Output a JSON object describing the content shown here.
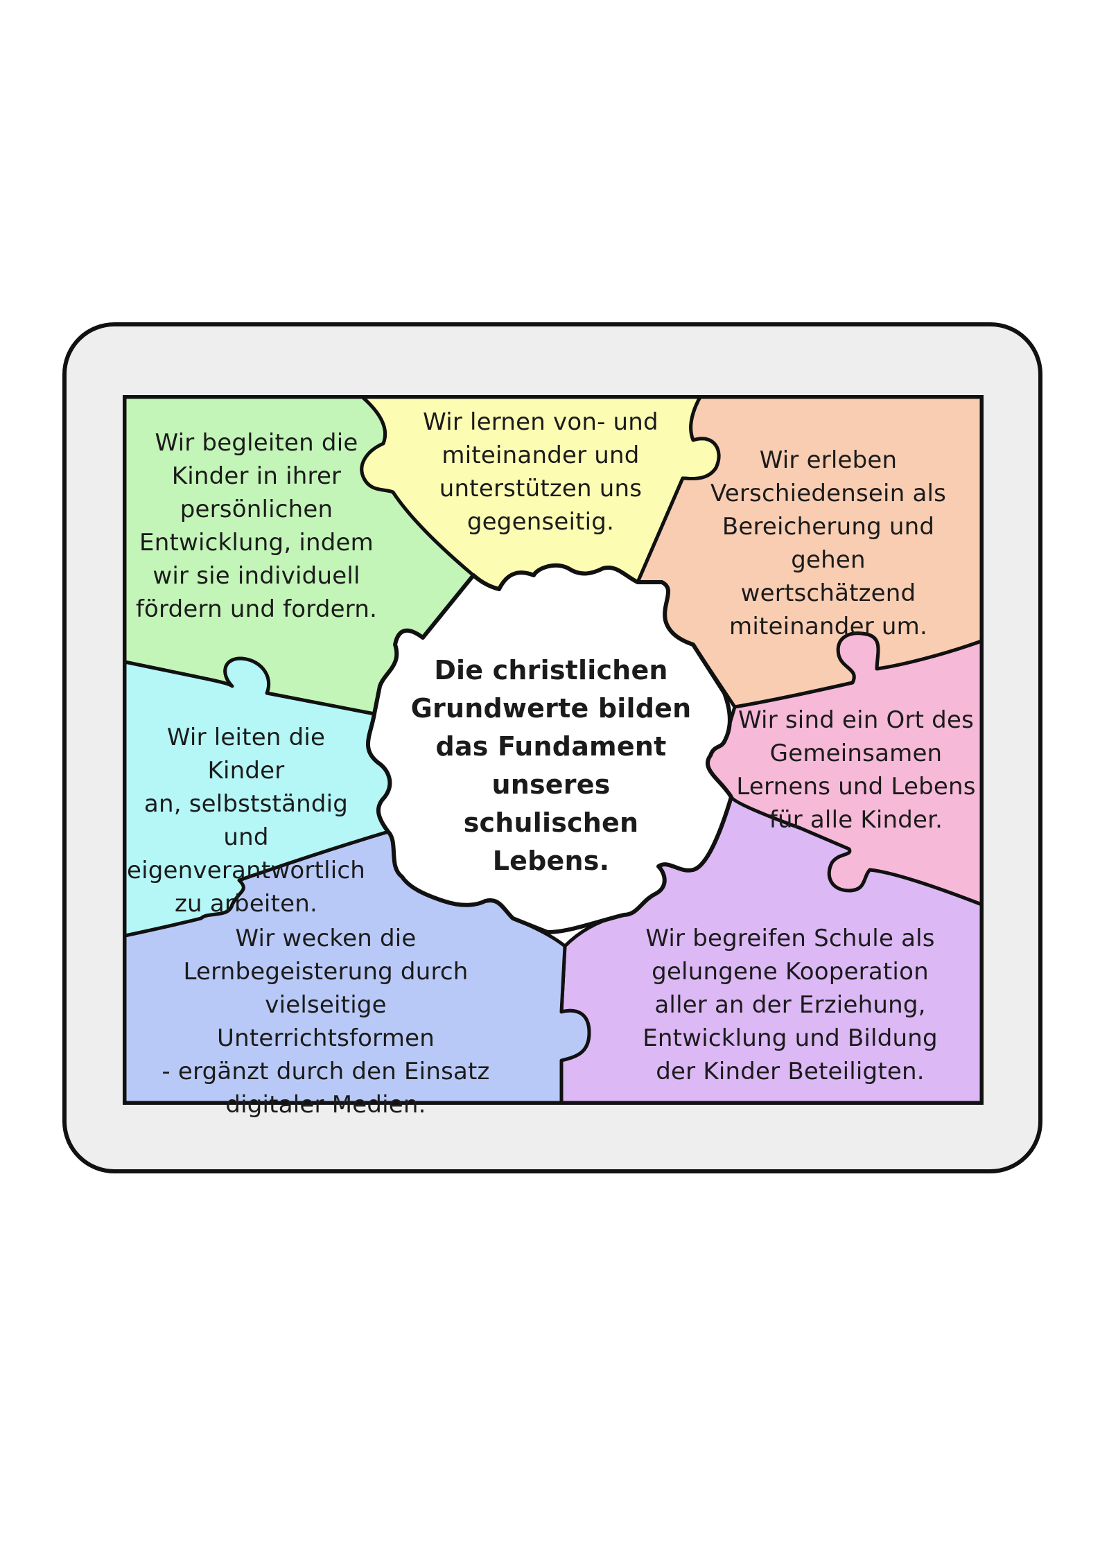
{
  "colors": {
    "frame": "#eeeeee",
    "outline": "#111111",
    "green": "#c3f5b8",
    "yellow": "#fcfcb3",
    "peach": "#f8cdb2",
    "pink": "#f6b9d8",
    "purple": "#dcb8f5",
    "blue": "#b9c9f7",
    "cyan": "#b5f6f6",
    "center": "#ffffff"
  },
  "center": {
    "text": "Die christlichen\nGrundwerte bilden\ndas Fundament\nunseres schulischen\nLebens."
  },
  "pieces": {
    "top_left": "Wir begleiten die\nKinder in ihrer\npersönlichen\nEntwicklung, indem\nwir sie individuell\nfördern und fordern.",
    "top": "Wir lernen von- und\nmiteinander und\nunterstützen uns\ngegenseitig.",
    "top_right": "Wir erleben\nVerschiedensein als\nBereicherung und gehen\nwertschätzend\nmiteinander um.",
    "right": "Wir sind ein Ort des\nGemeinsamen\nLernens und Lebens\nfür alle Kinder.",
    "bottom_right": "Wir begreifen Schule als\ngelungene Kooperation\naller an der Erziehung,\nEntwicklung und Bildung\nder Kinder Beteiligten.",
    "bottom_left": "Wir wecken die\nLernbegeisterung durch\nvielseitige Unterrichtsformen\n-  ergänzt durch den Einsatz\ndigitaler Medien.",
    "left": "Wir leiten die Kinder\nan, selbstständig und\neigenverantwortlich\nzu arbeiten."
  }
}
